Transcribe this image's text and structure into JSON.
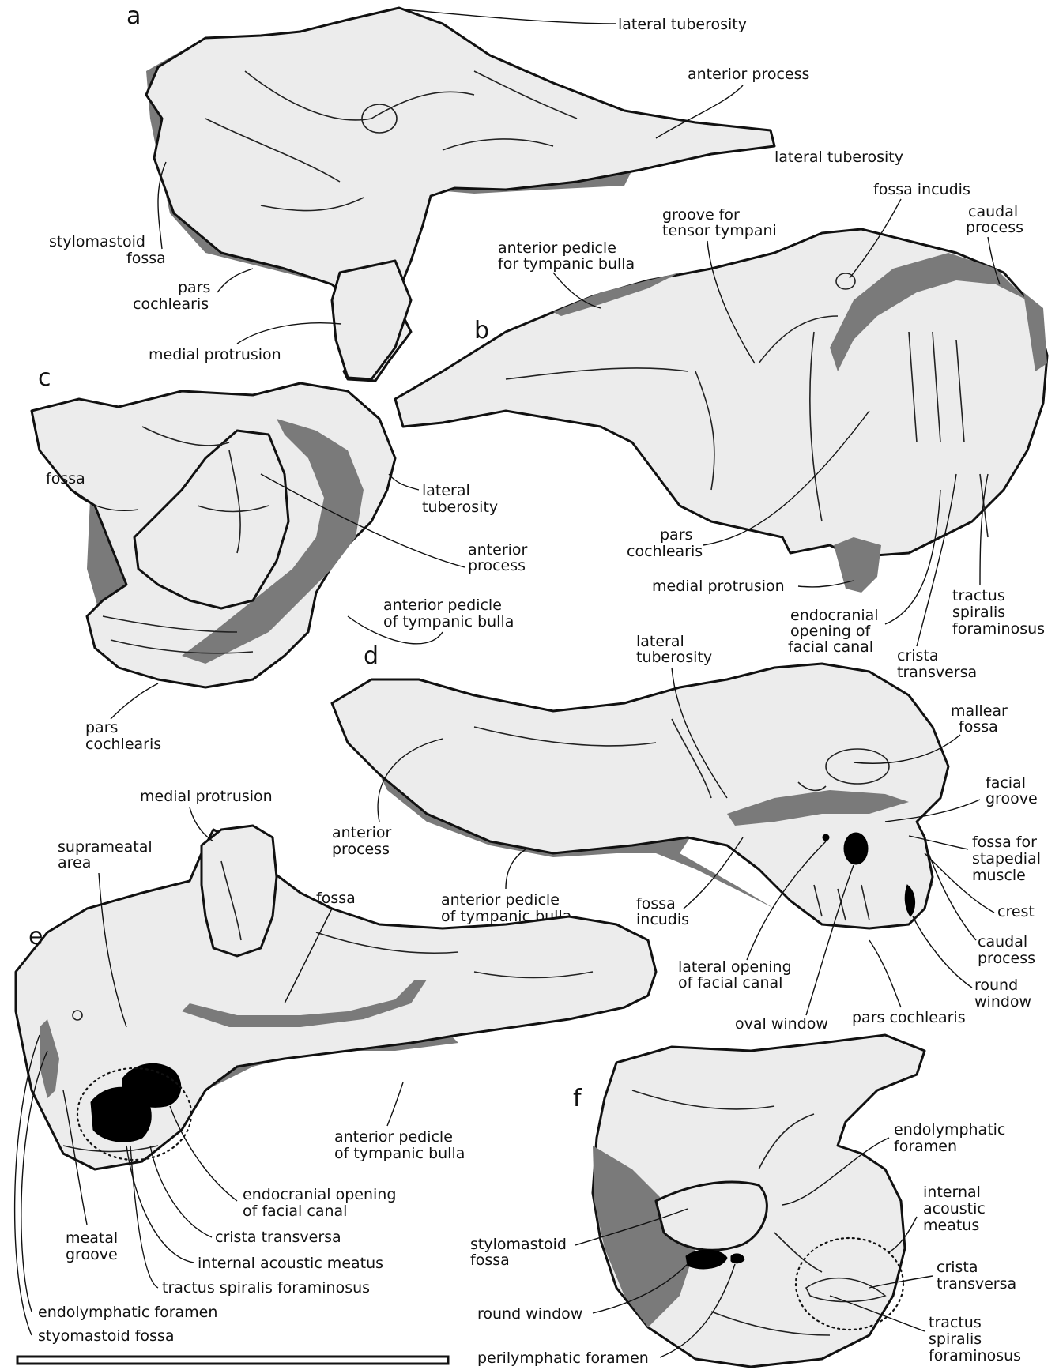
{
  "panels": {
    "a": {
      "letter": "a",
      "labels": {
        "lateral_tuberosity_top": "lateral tuberosity",
        "anterior_process": "anterior process",
        "lateral_tuberosity_right": "lateral tuberosity",
        "stylomastoid_fossa": [
          "stylomastoid",
          "fossa"
        ],
        "pars_cochlearis": [
          "pars",
          "cochlearis"
        ],
        "medial_protrusion": "medial protrusion"
      }
    },
    "b": {
      "letter": "b",
      "labels": {
        "fossa_incudis": "fossa incudis",
        "caudal_process": [
          "caudal",
          "process"
        ],
        "groove_tensor": [
          "groove for",
          "tensor tympani"
        ],
        "anterior_pedicle": [
          "anterior pedicle",
          "for tympanic bulla"
        ],
        "pars_cochlearis": [
          "pars",
          "cochlearis"
        ],
        "medial_protrusion": "medial protrusion",
        "endocranial_opening": [
          "endocranial",
          "opening of",
          "facial canal"
        ],
        "tractus_spiralis": [
          "tractus",
          "spiralis",
          "foraminosus"
        ],
        "crista_transversa": [
          "crista",
          "transversa"
        ]
      }
    },
    "c": {
      "letter": "c",
      "labels": {
        "fossa": "fossa",
        "lateral_tuberosity": [
          "lateral",
          "tuberosity"
        ],
        "anterior_process": [
          "anterior",
          "process"
        ],
        "anterior_pedicle": [
          "anterior pedicle",
          "of tympanic bulla"
        ],
        "pars_cochlearis": [
          "pars",
          "cochlearis"
        ]
      }
    },
    "d": {
      "letter": "d",
      "labels": {
        "lateral_tuberosity": [
          "lateral",
          "tuberosity"
        ],
        "mallear_fossa": [
          "mallear",
          "fossa"
        ],
        "facial_groove": [
          "facial",
          "groove"
        ],
        "fossa_stapedial": [
          "fossa for",
          "stapedial",
          "muscle"
        ],
        "crest": "crest",
        "caudal_process": [
          "caudal",
          "process"
        ],
        "round_window": [
          "round",
          "window"
        ],
        "pars_cochlearis": "pars cochlearis",
        "oval_window": "oval window",
        "lateral_opening": [
          "lateral opening",
          "of facial canal"
        ],
        "fossa_incudis": [
          "fossa",
          "incudis"
        ],
        "anterior_pedicle": [
          "anterior pedicle",
          "of tympanic bulla"
        ],
        "anterior_process": [
          "anterior",
          "process"
        ]
      }
    },
    "e": {
      "letter": "e",
      "labels": {
        "medial_protrusion": "medial protrusion",
        "suprameatal_area": [
          "suprameatal",
          "area"
        ],
        "fossa": "fossa",
        "anterior_pedicle": [
          "anterior pedicle",
          "of tympanic bulla"
        ],
        "endocranial_opening": [
          "endocranial opening",
          "of facial canal"
        ],
        "crista_transversa": "crista transversa",
        "internal_acoustic_meatus": "internal acoustic meatus",
        "tractus_spiralis": "tractus spiralis foraminosus",
        "meatal_groove": [
          "meatal",
          "groove"
        ],
        "endolymphatic_foramen": "endolymphatic foramen",
        "styomastoid_fossa": "styomastoid fossa"
      }
    },
    "f": {
      "letter": "f",
      "labels": {
        "endolymphatic_foramen": [
          "endolymphatic",
          "foramen"
        ],
        "internal_acoustic_meatus": [
          "internal",
          "acoustic",
          "meatus"
        ],
        "crista_transversa": [
          "crista",
          "transversa"
        ],
        "tractus_spiralis": [
          "tractus",
          "spiralis",
          "foraminosus"
        ],
        "stylomastoid_fossa": [
          "stylomastoid",
          "fossa"
        ],
        "round_window": "round window",
        "perilymphatic_foramen": "perilymphatic foramen"
      }
    }
  },
  "colors": {
    "bone_fill": "#ececec",
    "shaded_surface": "#7a7a7a",
    "outline": "#111111",
    "opening": "#000000"
  }
}
